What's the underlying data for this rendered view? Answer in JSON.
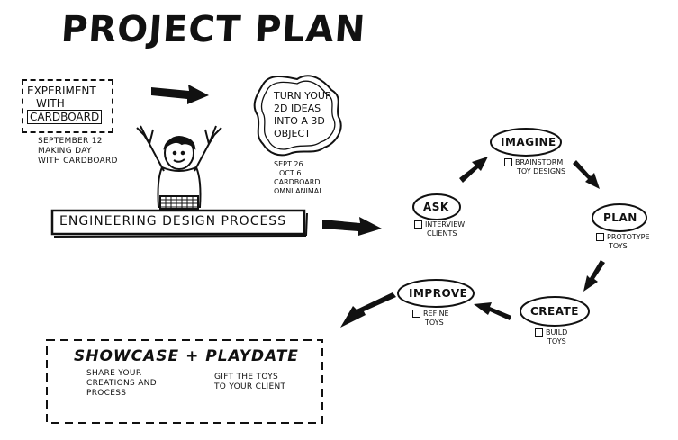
{
  "title": "PROJECT PLAN",
  "experiment": {
    "box_lines": [
      "EXPERIMENT",
      "WITH",
      "CARDBOARD"
    ],
    "date_lines": [
      "SEPTEMBER 12",
      "MAKING DAY",
      "WITH CARDBOARD"
    ]
  },
  "turn": {
    "cloud_lines": [
      "TURN YOUR",
      "2D IDEAS",
      "INTO A 3D",
      "OBJECT"
    ],
    "date_lines": [
      "SEPT 26",
      "OCT 6",
      "CARDBOARD",
      "OMNI ANIMAL"
    ]
  },
  "banner": "ENGINEERING DESIGN PROCESS",
  "steps": {
    "ask": {
      "label": "ASK",
      "task_lines": [
        "INTERVIEW",
        "CLIENTS"
      ]
    },
    "imagine": {
      "label": "IMAGINE",
      "task_lines": [
        "BRAINSTORM",
        "TOY DESIGNS"
      ]
    },
    "plan": {
      "label": "PLAN",
      "task_lines": [
        "PROTOTYPE",
        "TOYS"
      ]
    },
    "create": {
      "label": "CREATE",
      "task_lines": [
        "BUILD",
        "TOYS"
      ]
    },
    "improve": {
      "label": "IMPROVE",
      "task_lines": [
        "REFINE",
        "TOYS"
      ]
    }
  },
  "showcase": {
    "heading": "SHOWCASE + PLAYDATE",
    "left_lines": [
      "SHARE YOUR",
      "CREATIONS AND",
      "PROCESS"
    ],
    "right_lines": [
      "GIFT  THE TOYS",
      "TO YOUR CLIENT"
    ]
  }
}
